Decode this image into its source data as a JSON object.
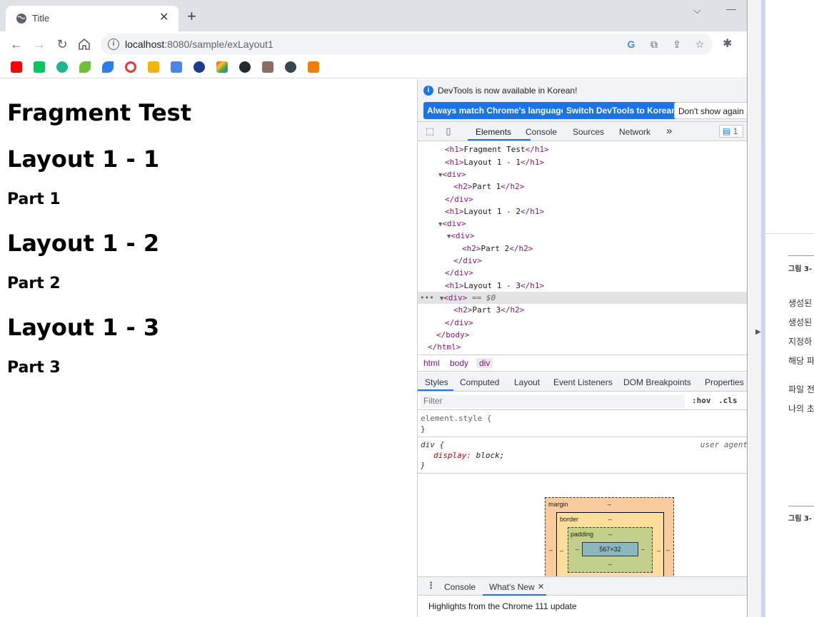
{
  "browser": {
    "tab": {
      "title": "Title"
    },
    "url": {
      "host": "localhost",
      "path": ":8080/sample/exLayout1"
    }
  },
  "page": {
    "headings": [
      {
        "level": "h1",
        "text": "Fragment Test"
      },
      {
        "level": "h1",
        "text": "Layout 1 - 1"
      },
      {
        "level": "h2",
        "text": "Part 1"
      },
      {
        "level": "h1",
        "text": "Layout 1 - 2"
      },
      {
        "level": "h2",
        "text": "Part 2"
      },
      {
        "level": "h1",
        "text": "Layout 1 - 3"
      },
      {
        "level": "h2",
        "text": "Part 3"
      }
    ]
  },
  "devtools": {
    "infobar": {
      "message": "DevTools is now available in Korean!",
      "btn_match": "Always match Chrome's language",
      "btn_switch": "Switch DevTools to Korean",
      "btn_dismiss": "Don't show again"
    },
    "tabs": [
      "Elements",
      "Console",
      "Sources",
      "Network"
    ],
    "more": "»",
    "issues_count": "1",
    "dom": {
      "l0_open": "<h1>",
      "l0_text": "Fragment Test",
      "l0_close": "</h1>",
      "l1_open": "<h1>",
      "l1_text": "Layout 1 - 1",
      "l1_close": "</h1>",
      "l2": "<div>",
      "l3_open": "<h2>",
      "l3_text": "Part 1",
      "l3_close": "</h2>",
      "l4": "</div>",
      "l5_open": "<h1>",
      "l5_text": "Layout 1 - 2",
      "l5_close": "</h1>",
      "l6": "<div>",
      "l7": "<div>",
      "l8_open": "<h2>",
      "l8_text": "Part 2",
      "l8_close": "</h2>",
      "l9": "</div>",
      "l10": "</div>",
      "l11_open": "<h1>",
      "l11_text": "Layout 1 - 3",
      "l11_close": "</h1>",
      "l12": "<div>",
      "l12_eq": "== $0",
      "l13_open": "<h2>",
      "l13_text": "Part 3",
      "l13_close": "</h2>",
      "l14": "</div>",
      "l15": "</body>",
      "l16": "</html>"
    },
    "breadcrumbs": [
      "html",
      "body",
      "div"
    ],
    "subtabs": [
      "Styles",
      "Computed",
      "Layout",
      "Event Listeners",
      "DOM Breakpoints",
      "Properties"
    ],
    "filter": {
      "placeholder": "Filter",
      "hov": ":hov",
      "cls": ".cls"
    },
    "rules": {
      "element_style": "element.style {",
      "div_selector": "div {",
      "source": "user agent",
      "property": "display",
      "value": "block;",
      "close": "}"
    },
    "boxmodel": {
      "margin_label": "margin",
      "border_label": "border",
      "padding_label": "padding",
      "content": "567×32",
      "dash": "–"
    },
    "drawer": {
      "tabs": [
        "Console",
        "What's New"
      ],
      "close": "✕",
      "message": "Highlights from the Chrome 111 update"
    }
  },
  "sidedoc": {
    "caption1": "그림 3-",
    "lines": [
      "생성된",
      "생성된",
      "지정하",
      "해당 파",
      "파일 전",
      "나의 초"
    ],
    "caption2": "그림 3-"
  }
}
